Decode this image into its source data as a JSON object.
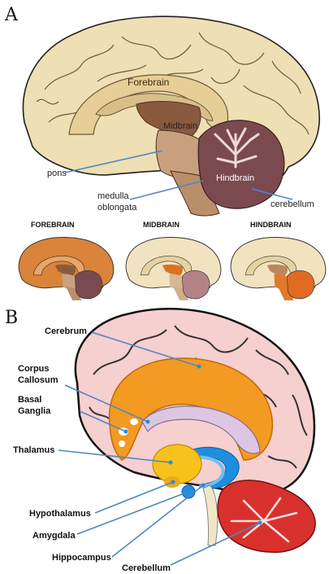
{
  "panel_a": {
    "letter": "A",
    "labels": {
      "forebrain": "Forebrain",
      "midbrain": "Midbrain",
      "hindbrain": "Hindbrain",
      "pons": "pons",
      "medulla_line1": "medulla",
      "medulla_line2": "oblongata",
      "cerebellum": "cerebellum"
    },
    "thumbnails": {
      "forebrain": "FOREBRAIN",
      "midbrain": "MIDBRAIN",
      "hindbrain": "HINDBRAIN"
    }
  },
  "panel_b": {
    "letter": "B",
    "labels": {
      "cerebrum": "Cerebrum",
      "corpus_line1": "Corpus",
      "corpus_line2": "Callosum",
      "basal_line1": "Basal",
      "basal_line2": "Ganglia",
      "thalamus": "Thalamus",
      "hypothalamus": "Hypothalamus",
      "amygdala": "Amygdala",
      "hippocampus": "Hippocampus",
      "cerebellum": "Cerebellum"
    }
  },
  "colors": {
    "cortex_a": "#efdfb4",
    "brainstem": "#bf9877",
    "hindbrain": "#7a4a4e",
    "leader_line": "#4f86c6",
    "cerebrum_b": "#f6cfcf",
    "corpus_orange": "#f29a22",
    "thalamus_yellow": "#f7c21b",
    "hippocampus_blue": "#1e8fe0",
    "cerebellum_red": "#d8312d"
  }
}
